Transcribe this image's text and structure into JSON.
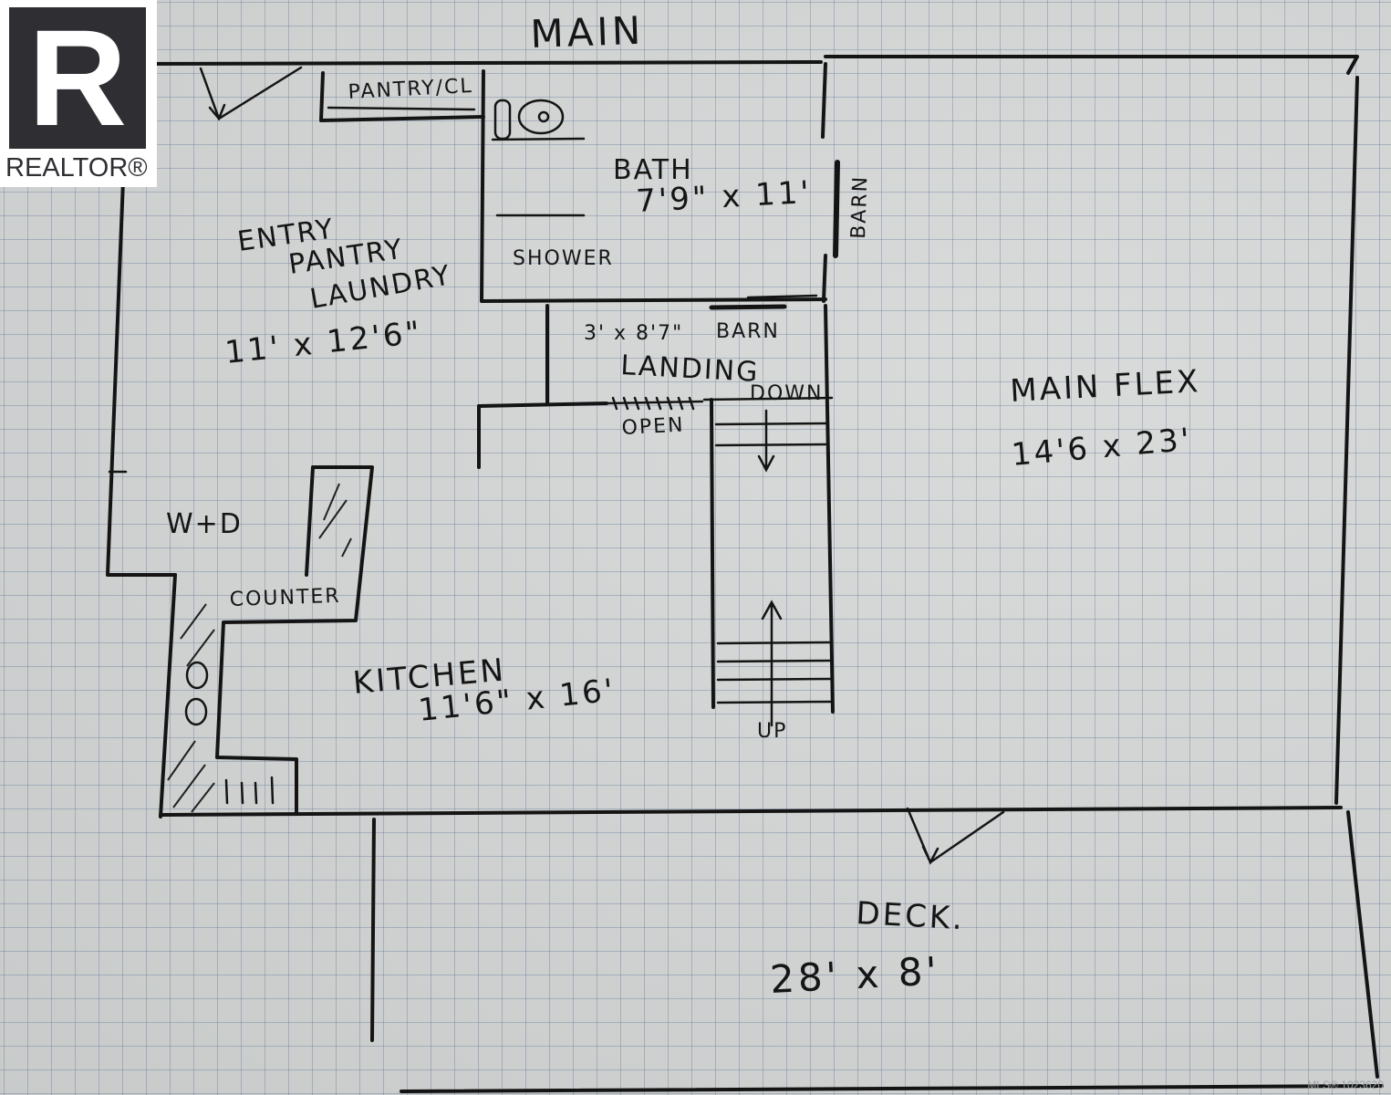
{
  "title": "MAIN",
  "rooms": {
    "entry": {
      "name_lines": [
        "ENTRY",
        "PANTRY",
        "LAUNDRY"
      ],
      "size": "11' x 12'6\""
    },
    "pantry_closet": {
      "name": "PANTRY/CL"
    },
    "bath": {
      "name": "BATH",
      "size": "7'9\" x 11'"
    },
    "shower": {
      "name": "SHOWER"
    },
    "landing": {
      "name": "LANDING",
      "size": "3' x 8'7\""
    },
    "main_flex": {
      "name": "MAIN FLEX",
      "size": "14'6 x 23'"
    },
    "kitchen": {
      "name": "KITCHEN",
      "size": "11'6\" x 16'"
    },
    "deck": {
      "name": "DECK.",
      "size": "28' x 8'"
    }
  },
  "labels": {
    "barn_door_vertical": "BARN",
    "barn_door_landing": "BARN",
    "down": "DOWN",
    "up": "UP",
    "open": "OPEN",
    "washer_dryer": "W+D",
    "counter": "COUNTER"
  },
  "watermark": {
    "brand": "REALTOR®",
    "mls": "MLS® 1023620"
  }
}
